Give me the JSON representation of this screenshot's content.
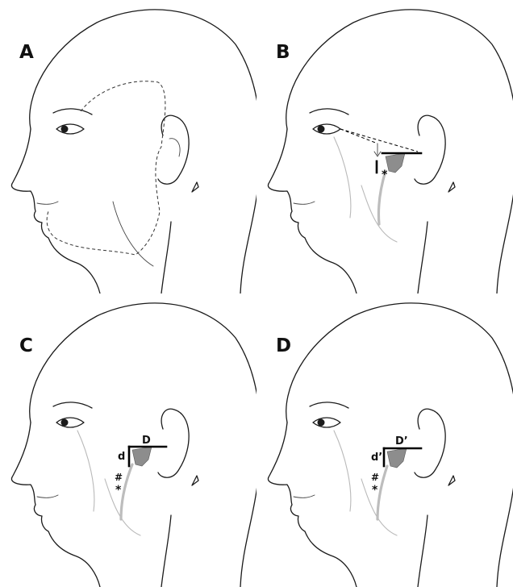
{
  "figure": {
    "panels": [
      {
        "id": "A",
        "letter": "A",
        "variant": "outline"
      },
      {
        "id": "B",
        "letter": "B",
        "variant": "horizontal-line",
        "labels": {
          "asterisk": "*"
        }
      },
      {
        "id": "C",
        "letter": "C",
        "variant": "distances",
        "labels": {
          "horizontal": "D",
          "vertical": "d",
          "hash": "#",
          "asterisk": "*"
        }
      },
      {
        "id": "D",
        "letter": "D",
        "variant": "distances",
        "labels": {
          "horizontal": "D’",
          "vertical": "d’",
          "hash": "#",
          "asterisk": "*"
        }
      }
    ]
  }
}
